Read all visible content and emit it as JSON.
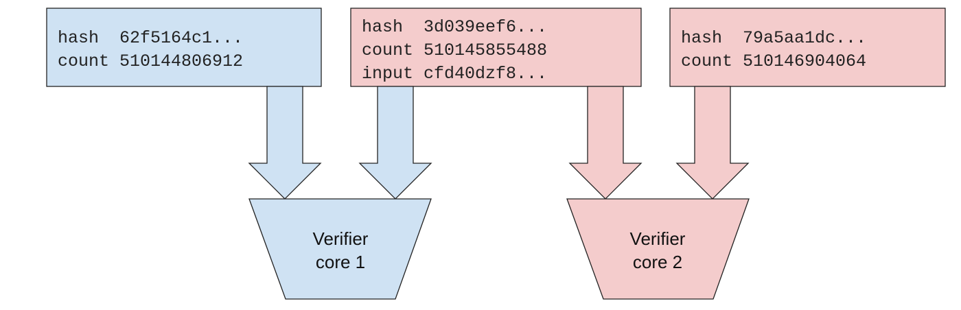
{
  "colors": {
    "blue": "#cfe2f3",
    "pink": "#f4cccc",
    "stroke": "#222222"
  },
  "boxes": [
    {
      "color": "blue",
      "lines": [
        "hash  62f5164c1...",
        "count 510144806912"
      ]
    },
    {
      "color": "pink",
      "lines": [
        "hash  3d039eef6...",
        "count 510145855488",
        "input cfd40dzf8..."
      ]
    },
    {
      "color": "pink",
      "lines": [
        "hash  79a5aa1dc...",
        "count 510146904064"
      ]
    }
  ],
  "arrows": [
    {
      "color": "blue",
      "from": "box-1",
      "to": "verifier-core-1"
    },
    {
      "color": "blue",
      "from": "box-2",
      "to": "verifier-core-1"
    },
    {
      "color": "pink",
      "from": "box-2",
      "to": "verifier-core-2"
    },
    {
      "color": "pink",
      "from": "box-3",
      "to": "verifier-core-2"
    }
  ],
  "cores": [
    {
      "color": "blue",
      "lines": [
        "Verifier",
        "core 1"
      ]
    },
    {
      "color": "pink",
      "lines": [
        "Verifier",
        "core 2"
      ]
    }
  ]
}
